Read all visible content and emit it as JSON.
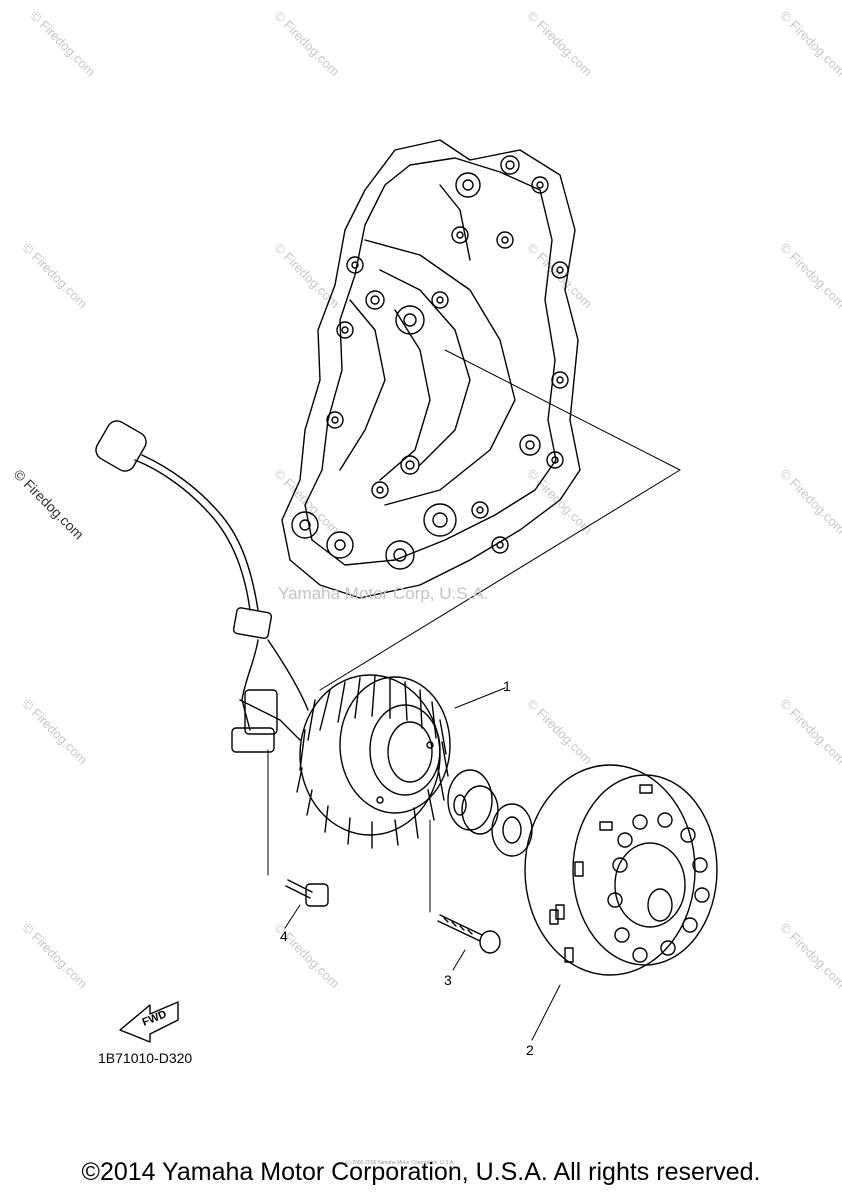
{
  "watermark_text": "© Firedog.com",
  "mid_watermark": "Yamaha Motor Corp, U.S.A.",
  "callouts": [
    "1",
    "2",
    "3",
    "4"
  ],
  "fwd_label": "FWD",
  "part_code": "1B71010-D320",
  "copyright": "©2014 Yamaha Motor Corporation, U.S.A. All rights reserved.",
  "tiny_text": "(c) 2000-2015 Yamaha Motor Corporation, U.S.A."
}
